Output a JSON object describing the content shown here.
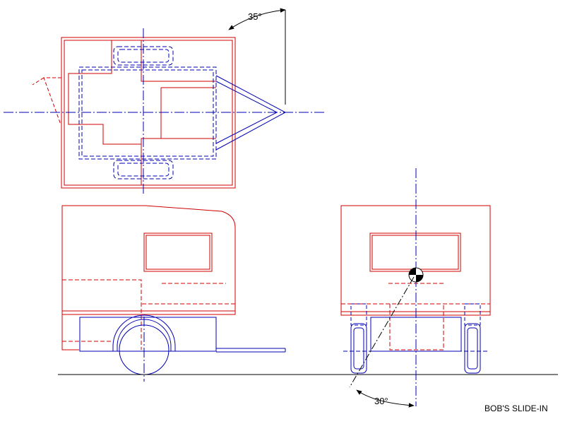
{
  "title": "BOB'S SLIDE-IN",
  "dimensions": {
    "tongue_angle": "35°",
    "departure_angle": "30°"
  },
  "colors": {
    "camper": "#d00000",
    "trailer": "#0000b4",
    "dimension": "#000000",
    "background": "#ffffff"
  }
}
